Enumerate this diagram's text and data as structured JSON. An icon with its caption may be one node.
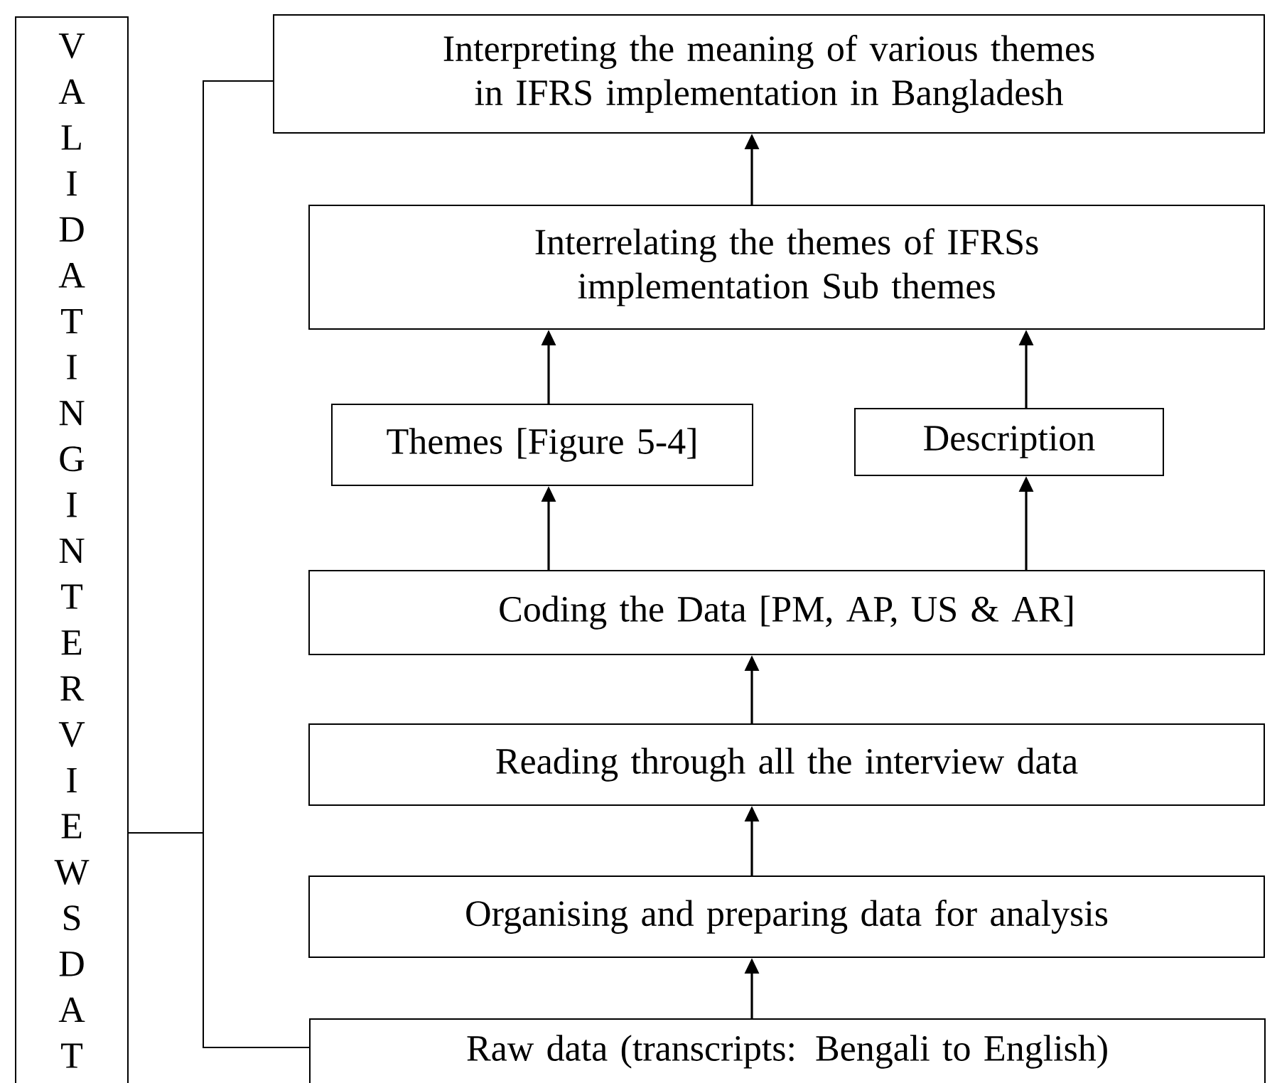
{
  "diagram": {
    "nodes": [
      {
        "text": [
          "VALIDATING INTERVIEWS DAT"
        ]
      },
      {
        "text": [
          "Interpreting the meaning of various themes in IFRS implementation in Bangladesh"
        ]
      },
      {
        "text": [
          "Interrelating the themes of IFRSs implementation Sub themes"
        ]
      },
      {
        "text": [
          "Themes [Figure 5-4]"
        ]
      },
      {
        "text": [
          "Description"
        ]
      },
      {
        "text": [
          "Coding the Data [PM, AP, US & AR]"
        ]
      },
      {
        "text": [
          "Reading through all the interview data"
        ]
      },
      {
        "text": [
          "Organising and preparing data for analysis"
        ]
      },
      {
        "text": [
          "Raw data (transcripts: Bengali to English)"
        ]
      }
    ],
    "edges": [
      {
        "from": 0,
        "to": 1,
        "arrow": "none"
      },
      {
        "from": 0,
        "to": 8,
        "arrow": "none"
      },
      {
        "from": 8,
        "to": 7,
        "arrow": "to"
      },
      {
        "from": 7,
        "to": 6,
        "arrow": "to"
      },
      {
        "from": 6,
        "to": 5,
        "arrow": "to"
      },
      {
        "from": 5,
        "to": 3,
        "arrow": "to"
      },
      {
        "from": 5,
        "to": 4,
        "arrow": "to"
      },
      {
        "from": 3,
        "to": 2,
        "arrow": "to"
      },
      {
        "from": 4,
        "to": 2,
        "arrow": "to"
      },
      {
        "from": 2,
        "to": 1,
        "arrow": "to"
      }
    ]
  }
}
